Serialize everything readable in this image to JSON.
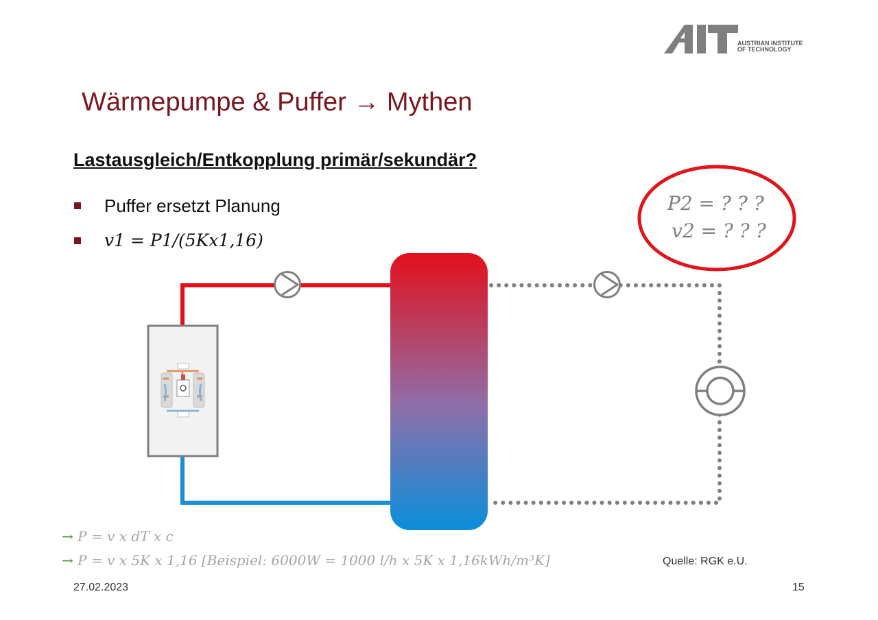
{
  "logo": {
    "letters": "AIT",
    "line1": "AUSTRIAN INSTITUTE",
    "line2": "OF TECHNOLOGY"
  },
  "title": "Wärmepumpe & Puffer → Mythen",
  "subtitle": "Lastausgleich/Entkopplung primär/sekundär?",
  "bullets": [
    "Puffer ersetzt Planung",
    "v1 = P1/(5Kx1,16)"
  ],
  "callout": {
    "line1": "P2  = ? ? ?",
    "line2": "v2 = ? ? ?"
  },
  "formulas": {
    "line1": "P = v x dT x c",
    "line2": "P = v x 5K x 1,16   [Beispiel:  6000W = 1000 l/h x 5K x 1,16kWh/m³K]"
  },
  "arrow_glyph": "→",
  "source": "Quelle: RGK e.U.",
  "date": "27.02.2023",
  "page_number": "15",
  "colors": {
    "title": "#7b1520",
    "hot_pipe": "#e3101c",
    "cold_pipe": "#1a8fd6",
    "callout_ring": "#e1131b",
    "grey": "#7f7f7f"
  }
}
